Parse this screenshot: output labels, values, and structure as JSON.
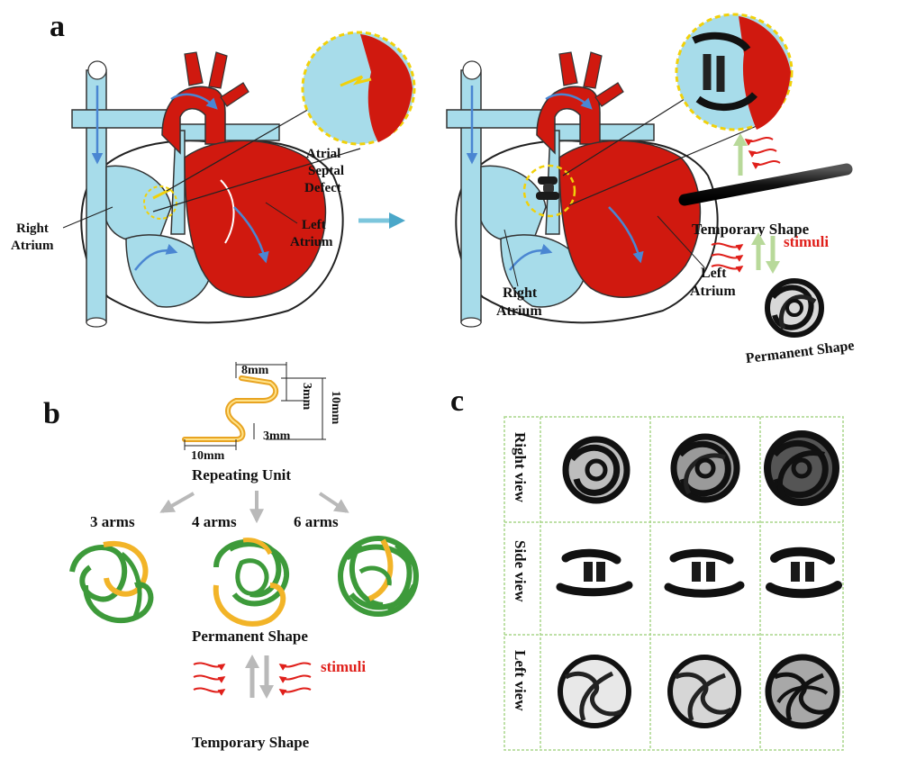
{
  "panels": {
    "a": "a",
    "b": "b",
    "c": "c"
  },
  "panel_a": {
    "left_heart": {
      "right_atrium": [
        "Right",
        "Atrium"
      ],
      "left_atrium": [
        "Left",
        "Atrium"
      ],
      "defect": [
        "Atrial",
        "Septal",
        "Defect"
      ]
    },
    "right_heart": {
      "right_atrium": [
        "Right",
        "Atrium"
      ],
      "left_atrium": [
        "Left",
        "Atrium"
      ],
      "temporary_shape": "Temporary Shape",
      "stimuli": "stimuli",
      "permanent_shape": "Permanent Shape"
    }
  },
  "panel_b": {
    "dims": {
      "width_top": "8mm",
      "height_upper": "3mm",
      "height_total": "10mm",
      "height_lower": "3mm",
      "width_bottom": "10mm"
    },
    "repeating_unit": "Repeating Unit",
    "arms": [
      "3 arms",
      "4 arms",
      "6 arms"
    ],
    "permanent_shape": "Permanent Shape",
    "stimuli": "stimuli",
    "temporary_shape": "Temporary Shape"
  },
  "panel_c": {
    "rows": [
      "Right view",
      "Side view",
      "Left view"
    ]
  },
  "colors": {
    "blood_red": "#d0190f",
    "venous_blue": "#a7dcea",
    "flow_arrow": "#4a86d2",
    "device_green": "#3d9a3a",
    "device_yellow": "#f2b428",
    "stimuli_red": "#e0201b",
    "grid_green": "#a9d58a"
  }
}
